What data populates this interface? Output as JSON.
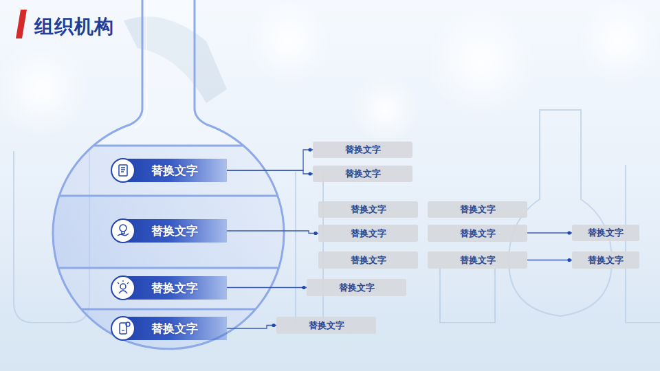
{
  "diagram": {
    "title": "组织机构",
    "nodes": [
      {
        "text": [
          "替换文字"
        ]
      },
      {
        "text": [
          "替换文字"
        ]
      },
      {
        "text": [
          "替换文字"
        ]
      },
      {
        "text": [
          "替换文字"
        ]
      },
      {
        "text": [
          "替换文字"
        ]
      },
      {
        "text": [
          "替换文字"
        ]
      },
      {
        "text": [
          "替换文字"
        ]
      },
      {
        "text": [
          "替换文字"
        ]
      },
      {
        "text": [
          "替换文字"
        ]
      },
      {
        "text": [
          "替换文字"
        ]
      },
      {
        "text": [
          "替换文字"
        ]
      },
      {
        "text": [
          "替换文字"
        ]
      },
      {
        "text": [
          "替换文字"
        ]
      },
      {
        "text": [
          "替换文字"
        ]
      },
      {
        "text": [
          "替换文字"
        ]
      },
      {
        "text": [
          "替换文字"
        ]
      }
    ],
    "edges": [
      {
        "from": 0,
        "to": 1,
        "arrow": "none"
      },
      {
        "from": 0,
        "to": 2,
        "arrow": "none"
      },
      {
        "from": 3,
        "to": 6,
        "arrow": "none"
      },
      {
        "from": 7,
        "to": 8,
        "arrow": "none"
      },
      {
        "from": 10,
        "to": 11,
        "arrow": "none"
      },
      {
        "from": 12,
        "to": 13,
        "arrow": "none"
      },
      {
        "from": 14,
        "to": 15,
        "arrow": "none"
      }
    ]
  }
}
